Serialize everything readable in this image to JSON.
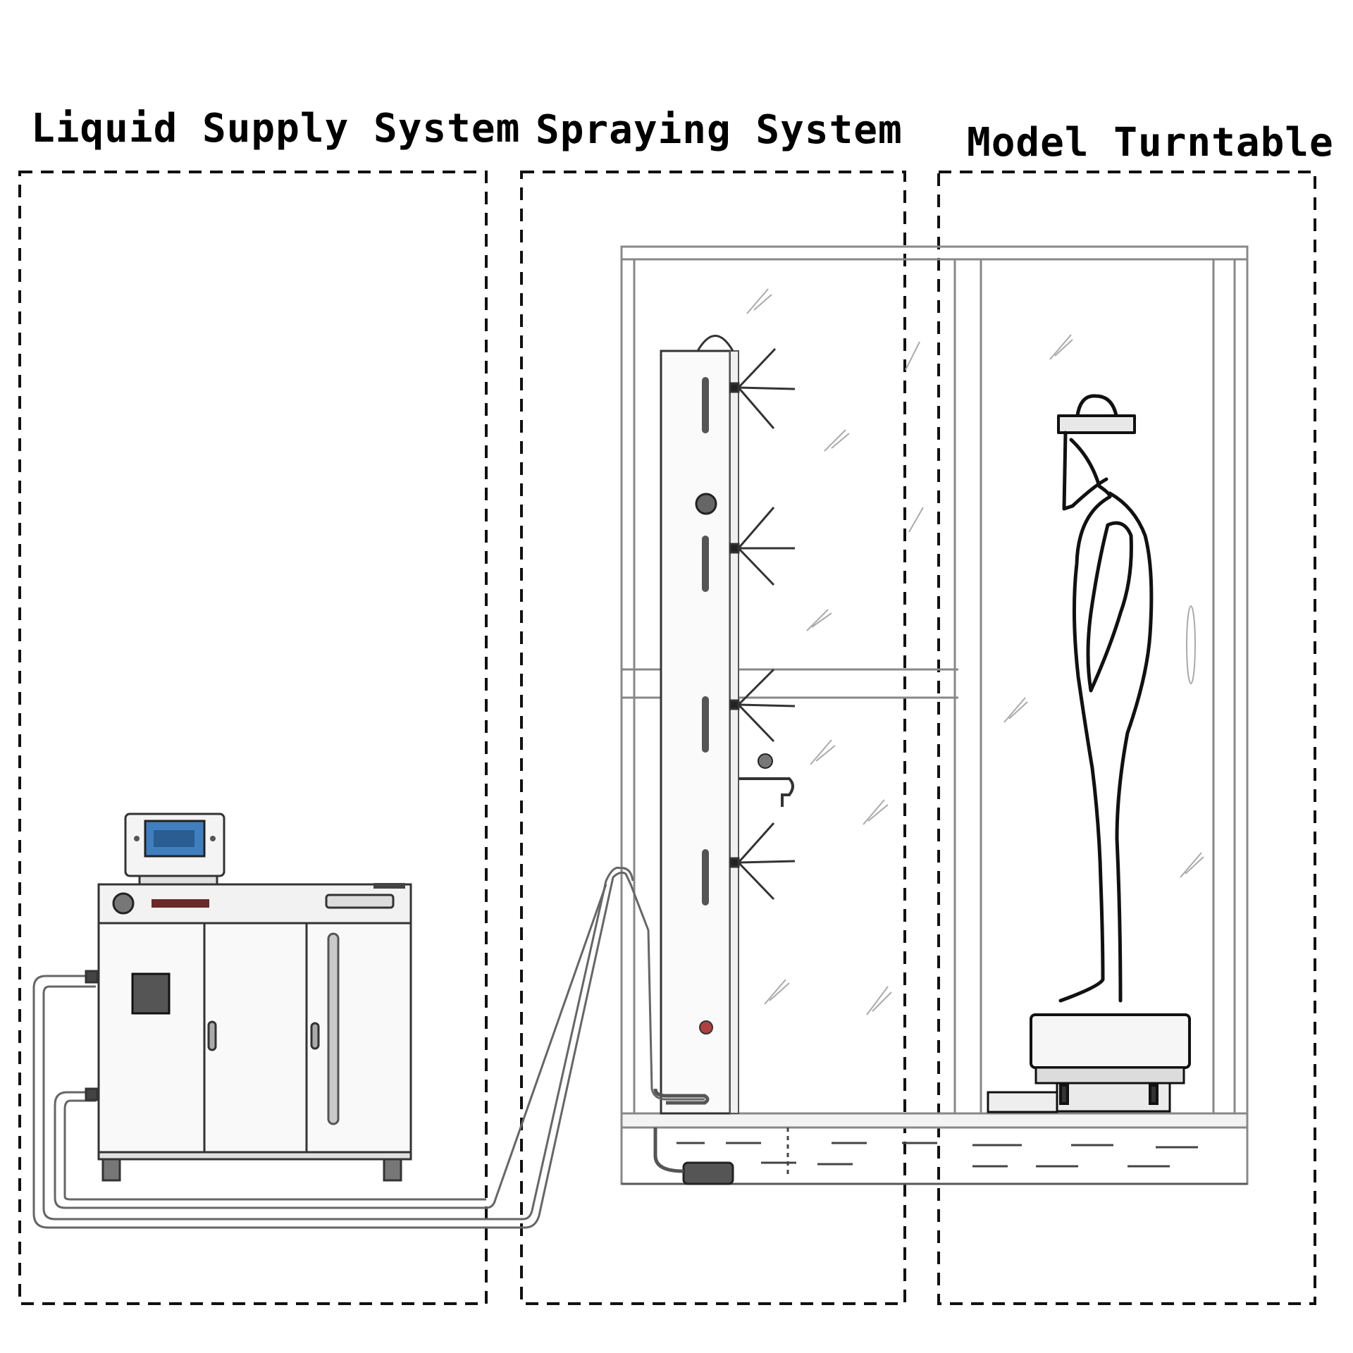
{
  "sections": [
    {
      "id": "liquid",
      "label": "Liquid Supply System"
    },
    {
      "id": "spray",
      "label": "Spraying System"
    },
    {
      "id": "turntable",
      "label": "Model Turntable"
    }
  ]
}
